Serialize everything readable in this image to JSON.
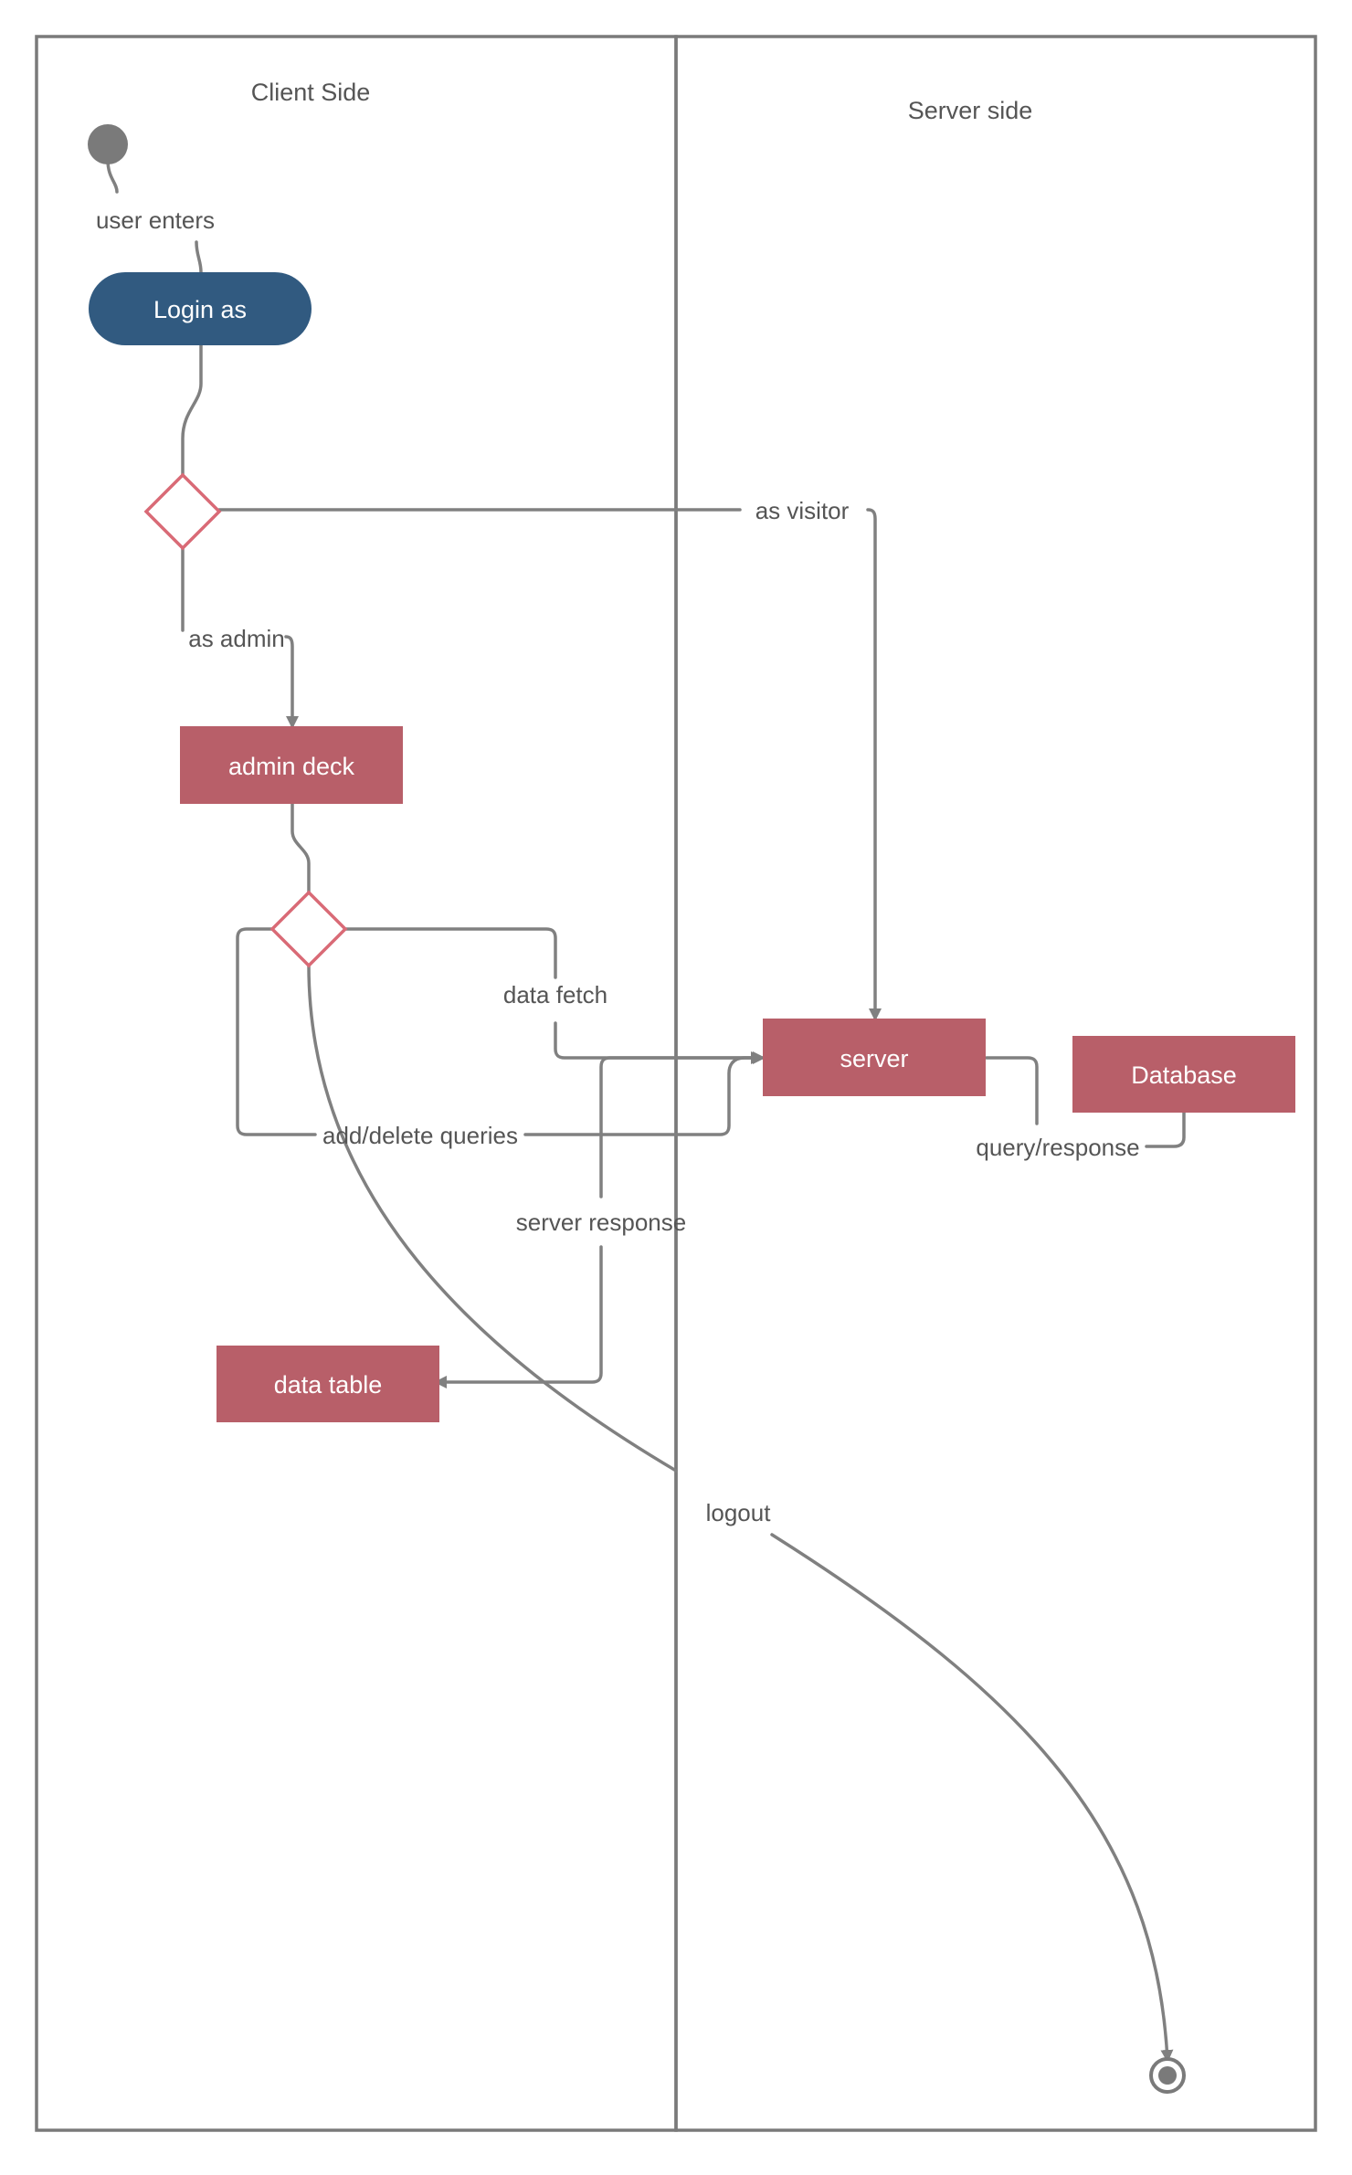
{
  "swimlanes": {
    "client_title": "Client Side",
    "server_title": "Server side"
  },
  "nodes": {
    "login": "Login as",
    "admin_deck": "admin deck",
    "server": "server",
    "database": "Database",
    "data_table": "data table"
  },
  "edges": {
    "user_enters": "user enters",
    "as_visitor": "as visitor",
    "as_admin": "as admin",
    "data_fetch": "data fetch",
    "add_delete_queries": "add/delete queries",
    "server_response": "server response",
    "query_response": "query/response",
    "logout": "logout"
  },
  "colors": {
    "pill": "#315a80",
    "action": "#b85f69",
    "decision_stroke": "#d96a76",
    "connector": "#808080",
    "lane_border": "#7a7a7a"
  }
}
